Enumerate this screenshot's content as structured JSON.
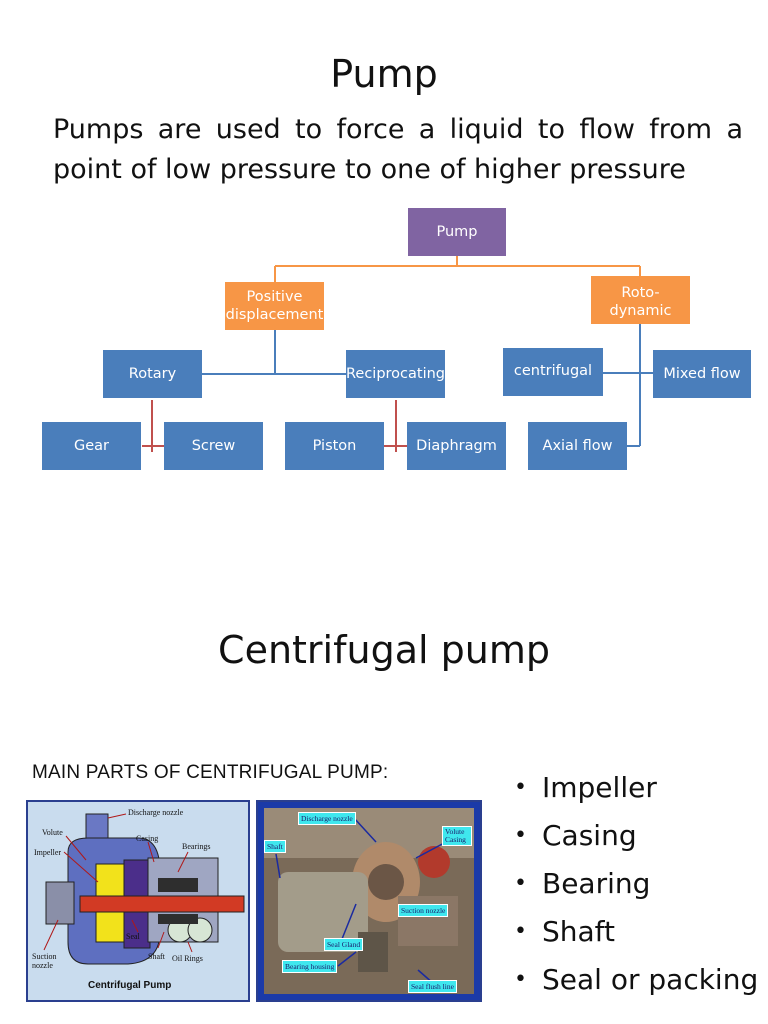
{
  "slide1": {
    "title": "Pump",
    "intro": "Pumps are used to force a liquid to flow from a point of low pressure to one of higher pressure"
  },
  "org_chart": {
    "root": "Pump",
    "positive": "Positive displacement",
    "roto": "Roto-dynamic",
    "rotary": "Rotary",
    "reciprocating": "Reciprocating",
    "gear": "Gear",
    "screw": "Screw",
    "piston": "Piston",
    "diaphragm": "Diaphragm",
    "centrifugal": "centrifugal",
    "mixed": "Mixed flow",
    "axial": "Axial flow",
    "colors": {
      "blue": "#4a7ebb",
      "orange": "#f79646",
      "purple": "#8064a2",
      "red_connector": "#c0504d"
    }
  },
  "slide2": {
    "title": "Centrifugal pump",
    "parts_heading": "MAIN PARTS OF CENTRIFUGAL PUMP:",
    "bullets": [
      "Impeller",
      "Casing",
      "Bearing",
      "Shaft",
      "Seal or packing"
    ]
  },
  "figure_left": {
    "labels": {
      "discharge": "Discharge nozzle",
      "volute": "Volute",
      "casing": "Casing",
      "impeller": "Impeller",
      "bearings": "Bearings",
      "seal": "Seal",
      "shaft": "Shaft",
      "oil_rings": "Oil Rings",
      "suction": "Suction nozzle",
      "caption": "Centrifugal Pump"
    }
  },
  "figure_right": {
    "labels": {
      "discharge": "Discharge nozzle",
      "volute": "Volute Casing",
      "shaft": "Shaft",
      "suction": "Suction nozzle",
      "seal_gland": "Seal Gland",
      "bearing": "Bearing housing",
      "seal_flush": "Seal flush line"
    }
  }
}
